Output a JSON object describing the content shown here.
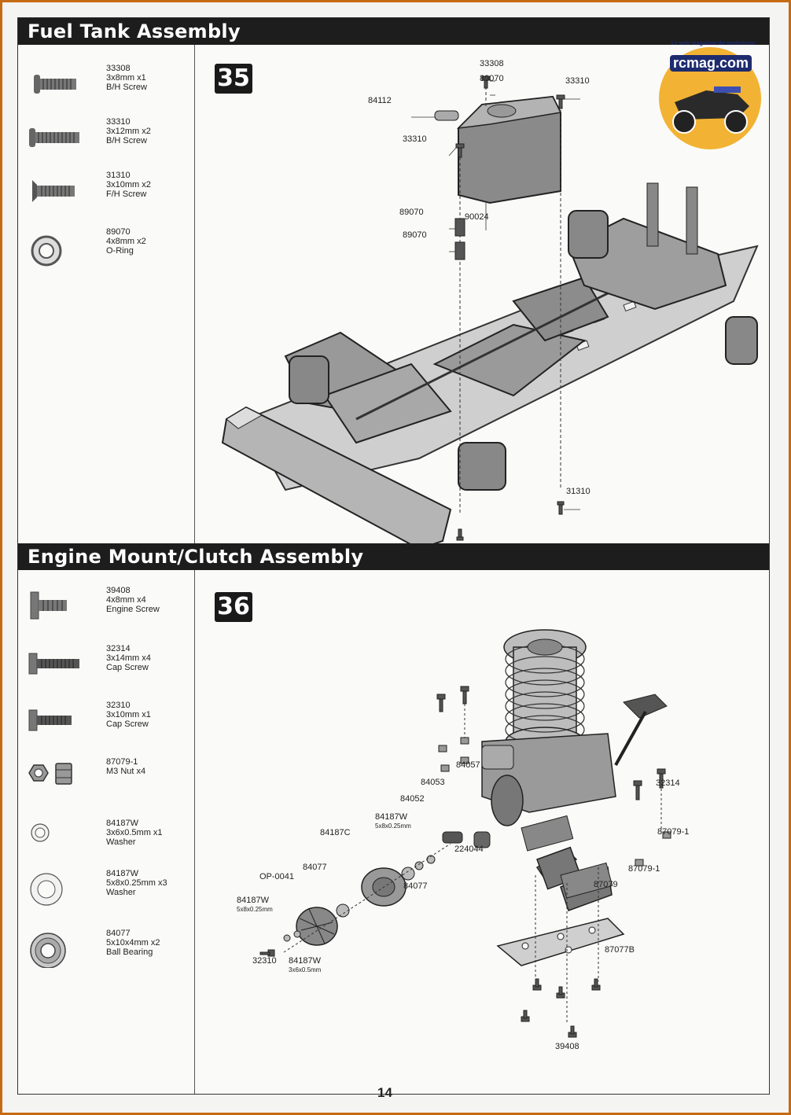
{
  "page_number": "14",
  "logo": {
    "brand": "rcmag.com",
    "tagline": "Le web magazine du modelisme"
  },
  "sections": [
    {
      "title": "Fuel Tank Assembly",
      "step": "35",
      "parts": [
        {
          "code": "33308",
          "spec": "3x8mm x1",
          "name": "B/H Screw",
          "icon": "button-head-screw-icon"
        },
        {
          "code": "33310",
          "spec": "3x12mm x2",
          "name": "B/H Screw",
          "icon": "button-head-screw-icon"
        },
        {
          "code": "31310",
          "spec": "3x10mm x2",
          "name": "F/H Screw",
          "icon": "flat-head-screw-icon"
        },
        {
          "code": "89070",
          "spec": "4x8mm x2",
          "name": "O-Ring",
          "icon": "o-ring-icon"
        }
      ],
      "callouts": [
        "33308",
        "89070",
        "84112",
        "33310",
        "33310",
        "89070",
        "90024",
        "89070",
        "31310"
      ]
    },
    {
      "title": "Engine Mount/Clutch Assembly",
      "step": "36",
      "parts": [
        {
          "code": "39408",
          "spec": "4x8mm x4",
          "name": "Engine Screw",
          "icon": "engine-screw-icon"
        },
        {
          "code": "32314",
          "spec": "3x14mm x4",
          "name": "Cap Screw",
          "icon": "cap-screw-icon"
        },
        {
          "code": "32310",
          "spec": "3x10mm x1",
          "name": "Cap Screw",
          "icon": "cap-screw-icon"
        },
        {
          "code": "87079-1",
          "spec": "M3 Nut x4",
          "name": "",
          "icon": "nut-icon"
        },
        {
          "code": "84187W",
          "spec": "3x6x0.5mm x1",
          "name": "Washer",
          "icon": "washer-icon"
        },
        {
          "code": "84187W",
          "spec": "5x8x0.25mm x3",
          "name": "Washer",
          "icon": "washer-icon"
        },
        {
          "code": "84077",
          "spec": "5x10x4mm x2",
          "name": "Ball Bearing",
          "icon": "ball-bearing-icon"
        }
      ],
      "callouts": [
        "84057",
        "32314",
        "84053",
        "84052",
        "84187W",
        "5x8x0.25mm",
        "224044",
        "87079-1",
        "84187C",
        "87079-1",
        "84077",
        "84077",
        "87079",
        "OP-0041",
        "84187W",
        "5x8x0.25mm",
        "87077B",
        "32310",
        "84187W",
        "3x6x0.5mm",
        "39408"
      ]
    }
  ]
}
